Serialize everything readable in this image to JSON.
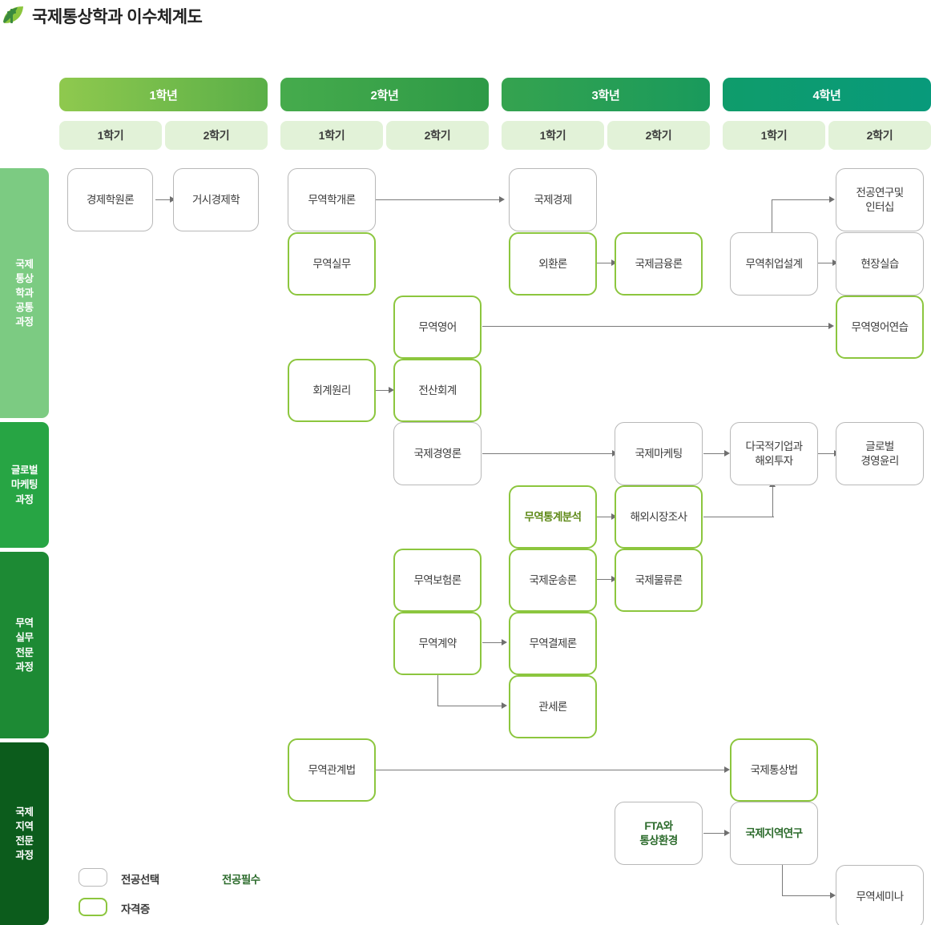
{
  "header": {
    "title": "국제통상학과 이수체계도",
    "logo_icon": "leaf-logo-icon"
  },
  "grid": {
    "years": [
      {
        "label": "1학년",
        "color": "#7cc04a"
      },
      {
        "label": "2학년",
        "color": "#3ba349"
      },
      {
        "label": "3학년",
        "color": "#2e9e52"
      },
      {
        "label": "4학년",
        "color": "#0e9d6e"
      }
    ],
    "semesters": [
      {
        "label": "1학기"
      },
      {
        "label": "2학기"
      },
      {
        "label": "1학기"
      },
      {
        "label": "2학기"
      },
      {
        "label": "1학기"
      },
      {
        "label": "2학기"
      },
      {
        "label": "1학기"
      },
      {
        "label": "2학기"
      }
    ]
  },
  "tracks": [
    {
      "label": "국제\n통상\n학과\n공통\n과정",
      "color": "#7ccb82"
    },
    {
      "label": "글로벌\n마케팅\n과정",
      "color": "#27a544"
    },
    {
      "label": "무역\n실무\n전문\n과정",
      "color": "#1d8a34"
    },
    {
      "label": "국제\n지역\n전문\n과정",
      "color": "#0c5c1c"
    }
  ],
  "courses": [
    {
      "id": "c1",
      "label": "경제학원론",
      "type": "elective"
    },
    {
      "id": "c2",
      "label": "거시경제학",
      "type": "elective"
    },
    {
      "id": "c3",
      "label": "무역학개론",
      "type": "elective"
    },
    {
      "id": "c4",
      "label": "국제경제",
      "type": "elective"
    },
    {
      "id": "c5",
      "label": "무역실무",
      "type": "cert"
    },
    {
      "id": "c6",
      "label": "외환론",
      "type": "cert"
    },
    {
      "id": "c7",
      "label": "국제금융론",
      "type": "cert"
    },
    {
      "id": "c8",
      "label": "무역취업설계",
      "type": "elective"
    },
    {
      "id": "c9",
      "label": "전공연구및\n인터십",
      "type": "elective"
    },
    {
      "id": "c10",
      "label": "현장실습",
      "type": "elective"
    },
    {
      "id": "c11",
      "label": "무역영어",
      "type": "cert"
    },
    {
      "id": "c12",
      "label": "무역영어연습",
      "type": "cert"
    },
    {
      "id": "c13",
      "label": "회계원리",
      "type": "cert"
    },
    {
      "id": "c14",
      "label": "전산회계",
      "type": "cert"
    },
    {
      "id": "c15",
      "label": "국제경영론",
      "type": "elective"
    },
    {
      "id": "c16",
      "label": "국제마케팅",
      "type": "elective"
    },
    {
      "id": "c17",
      "label": "다국적기업과\n해외투자",
      "type": "elective"
    },
    {
      "id": "c18",
      "label": "글로벌\n경영윤리",
      "type": "elective"
    },
    {
      "id": "c19",
      "label": "무역통계분석",
      "type": "cert",
      "emphasis": "required-olive"
    },
    {
      "id": "c20",
      "label": "해외시장조사",
      "type": "cert"
    },
    {
      "id": "c21",
      "label": "무역보험론",
      "type": "cert"
    },
    {
      "id": "c22",
      "label": "국제운송론",
      "type": "cert"
    },
    {
      "id": "c23",
      "label": "국제물류론",
      "type": "cert"
    },
    {
      "id": "c24",
      "label": "무역계약",
      "type": "cert"
    },
    {
      "id": "c25",
      "label": "무역결제론",
      "type": "cert"
    },
    {
      "id": "c26",
      "label": "관세론",
      "type": "cert"
    },
    {
      "id": "c27",
      "label": "무역관계법",
      "type": "cert"
    },
    {
      "id": "c28",
      "label": "국제통상법",
      "type": "cert"
    },
    {
      "id": "c29",
      "label": "FTA와\n통상환경",
      "type": "elective",
      "emphasis": "required"
    },
    {
      "id": "c30",
      "label": "국제지역연구",
      "type": "elective",
      "emphasis": "required"
    },
    {
      "id": "c31",
      "label": "무역세미나",
      "type": "elective"
    }
  ],
  "legend": {
    "elective_label": "전공선택",
    "cert_label": "자격증",
    "required_label": "전공필수",
    "elective_color": "#b8b8b8",
    "cert_color": "#8cc63e",
    "required_color": "#2c6b2c"
  }
}
